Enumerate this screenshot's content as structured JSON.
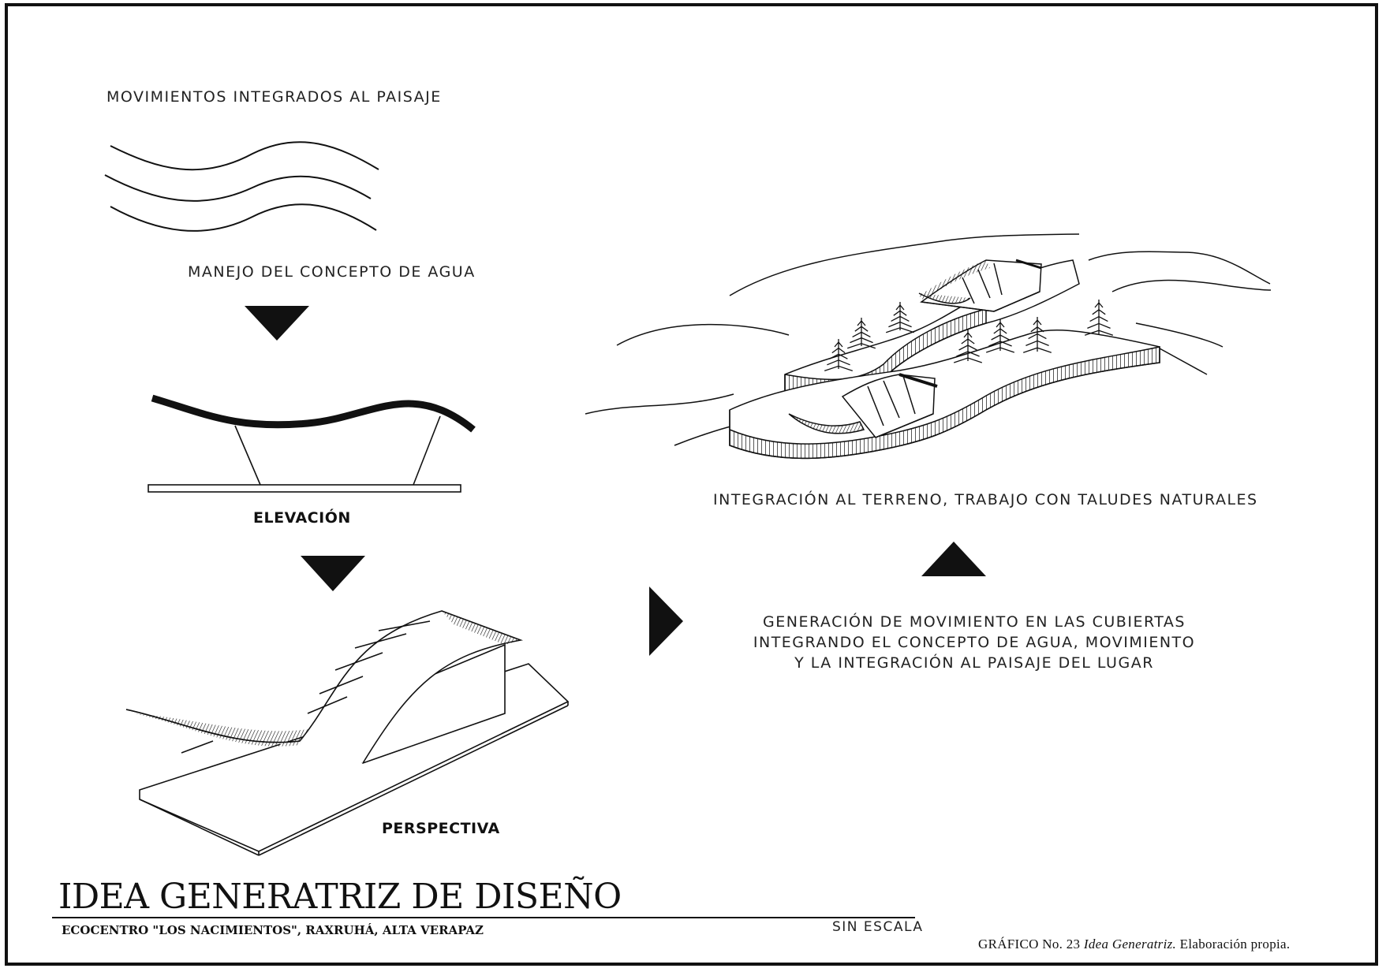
{
  "sheet": {
    "label_landscape": "MOVIMIENTOS  INTEGRADOS  AL  PAISAJE",
    "label_water": "MANEJO  DEL  CONCEPTO  DE  AGUA",
    "label_elevation": "ELEVACIÓN",
    "label_perspective": "PERSPECTIVA",
    "label_terrain": "INTEGRACIÓN  AL  TERRENO,  TRABAJO  CON  TALUDES  NATURALES",
    "generation_line1": "GENERACIÓN  DE  MOVIMIENTO  EN  LAS  CUBIERTAS",
    "generation_line2": "INTEGRANDO  EL  CONCEPTO  DE  AGUA,  MOVIMIENTO",
    "generation_line3": "Y  LA  INTEGRACIÓN  AL  PAISAJE  DEL  LUGAR"
  },
  "title_block": {
    "title": "IDEA GENERATRIZ DE DISEÑO",
    "subtitle": "ECOCENTRO \"LOS NACIMIENTOS\", RAXRUHÁ, ALTA VERAPAZ",
    "scale": "SIN  ESCALA"
  },
  "caption": {
    "prefix": "GRÁFICO No. 23",
    "italic": "Idea Generatriz.",
    "suffix": "Elaboración propia."
  },
  "colors": {
    "ink": "#111111",
    "paper": "#ffffff"
  }
}
